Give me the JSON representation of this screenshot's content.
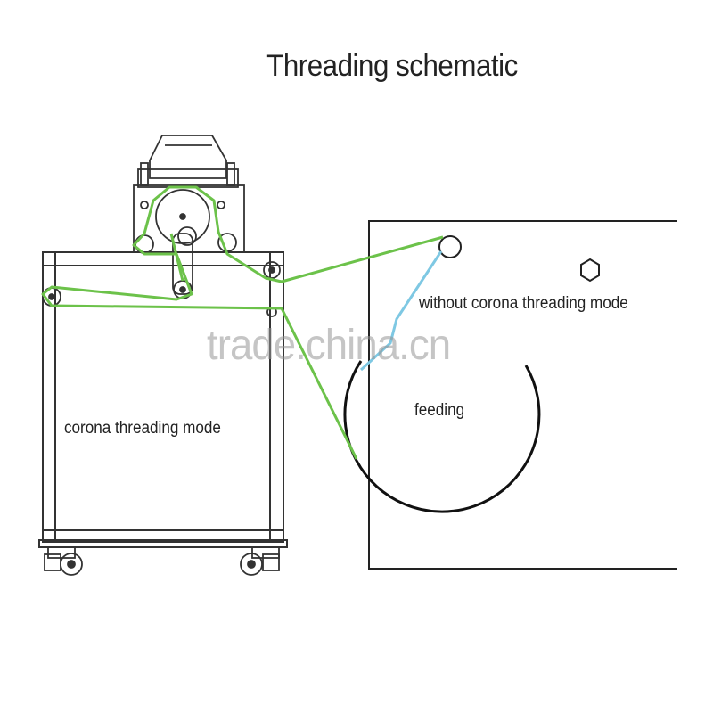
{
  "title": "Threading schematic",
  "labels": {
    "corona_mode": "corona threading mode",
    "without_corona_mode": "without corona threading mode",
    "feeding": "feeding"
  },
  "watermark": "trade.china.cn",
  "colors": {
    "corona_path": "#6cc24a",
    "without_corona_path": "#7ec8e3",
    "machine_lines": "#333333",
    "feeding_roll": "#111111"
  }
}
